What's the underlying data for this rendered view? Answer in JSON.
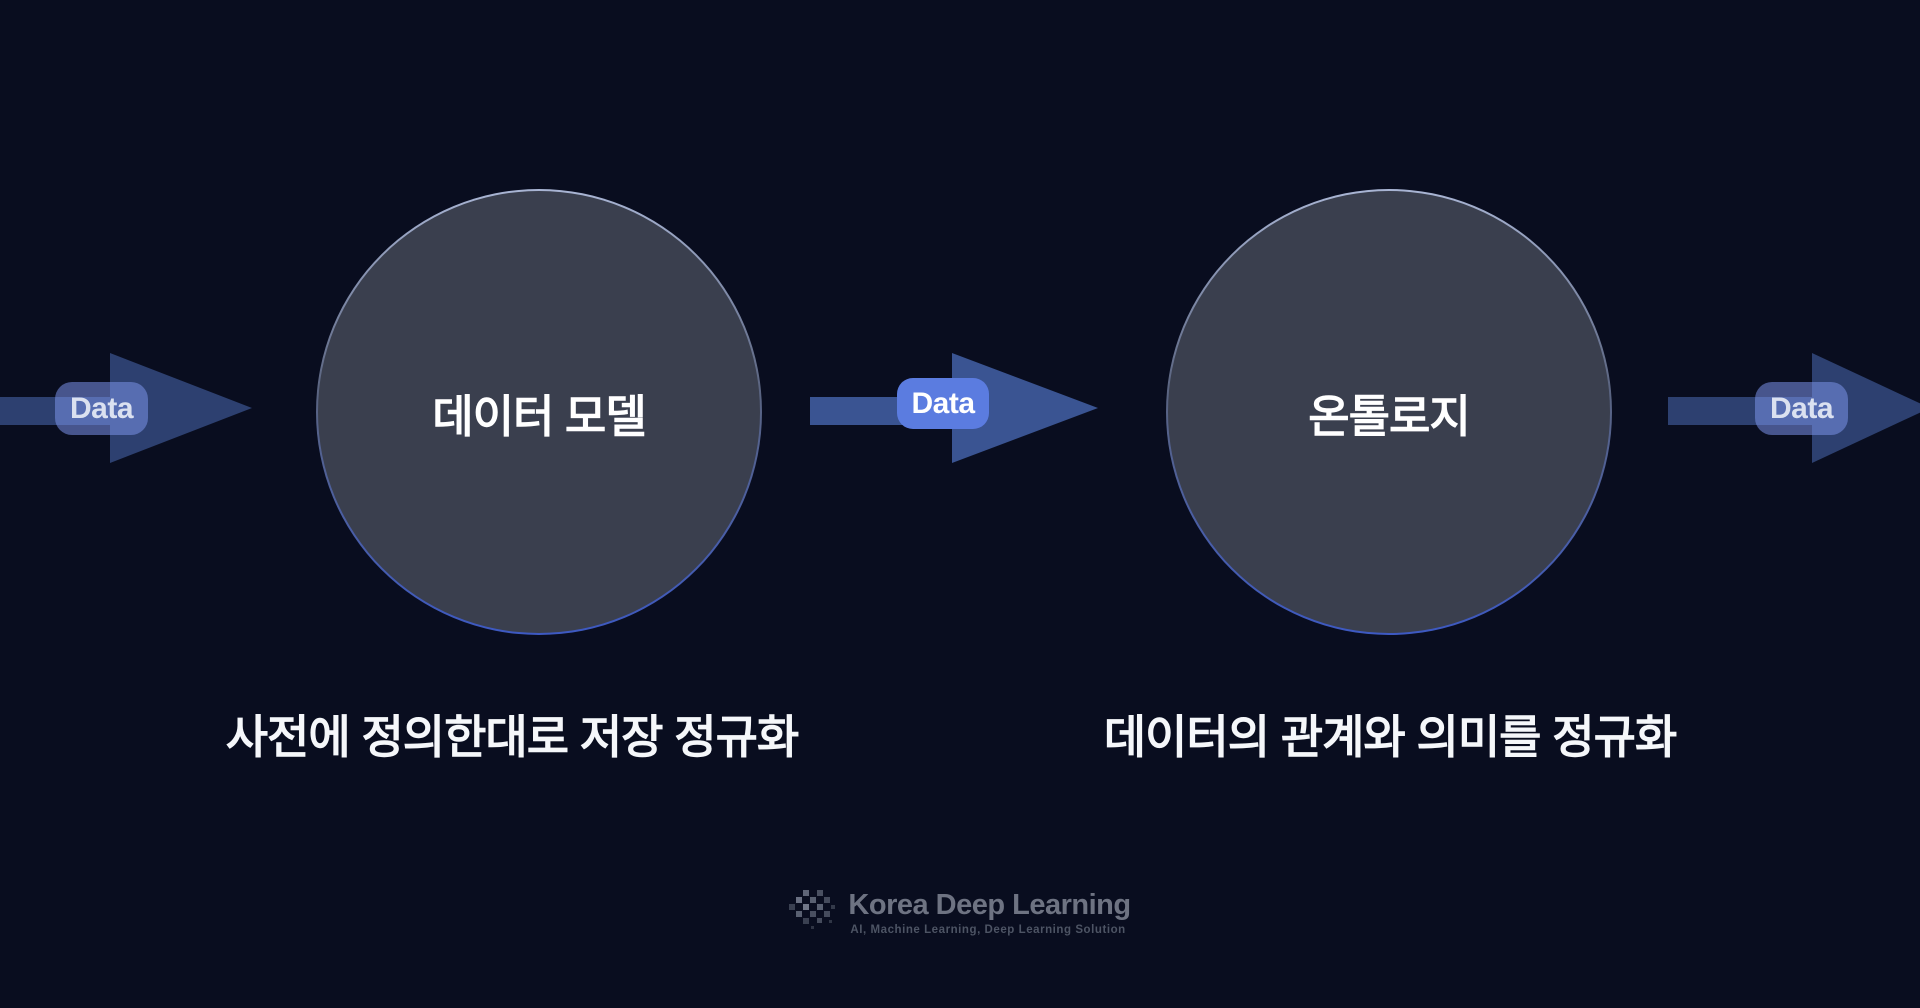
{
  "diagram": {
    "nodes": [
      {
        "label": "데이터 모델",
        "caption": "사전에 정의한대로 저장 정규화"
      },
      {
        "label": "온톨로지",
        "caption": "데이터의 관계와 의미를 정규화"
      }
    ],
    "arrows": [
      {
        "label": "Data",
        "style": "dimmed"
      },
      {
        "label": "Data",
        "style": "bright"
      },
      {
        "label": "Data",
        "style": "dimmed"
      }
    ]
  },
  "footer": {
    "brand": "Korea Deep Learning",
    "tagline": "AI, Machine Learning, Deep Learning Solution",
    "icon": "pixel-brain-icon"
  },
  "palette": {
    "background": "#090d1f",
    "circle_fill": "#3a3f4e",
    "circle_border_top": "#a9b5d4",
    "circle_border_bottom": "#3d59c2",
    "arrow_bright": "#3a5492",
    "arrow_dim": "#2d4070",
    "pill_bright": "#5b7ce0",
    "text_white": "#ffffff",
    "brand_gray": "#6e7382",
    "tagline_gray": "#4d5464"
  }
}
